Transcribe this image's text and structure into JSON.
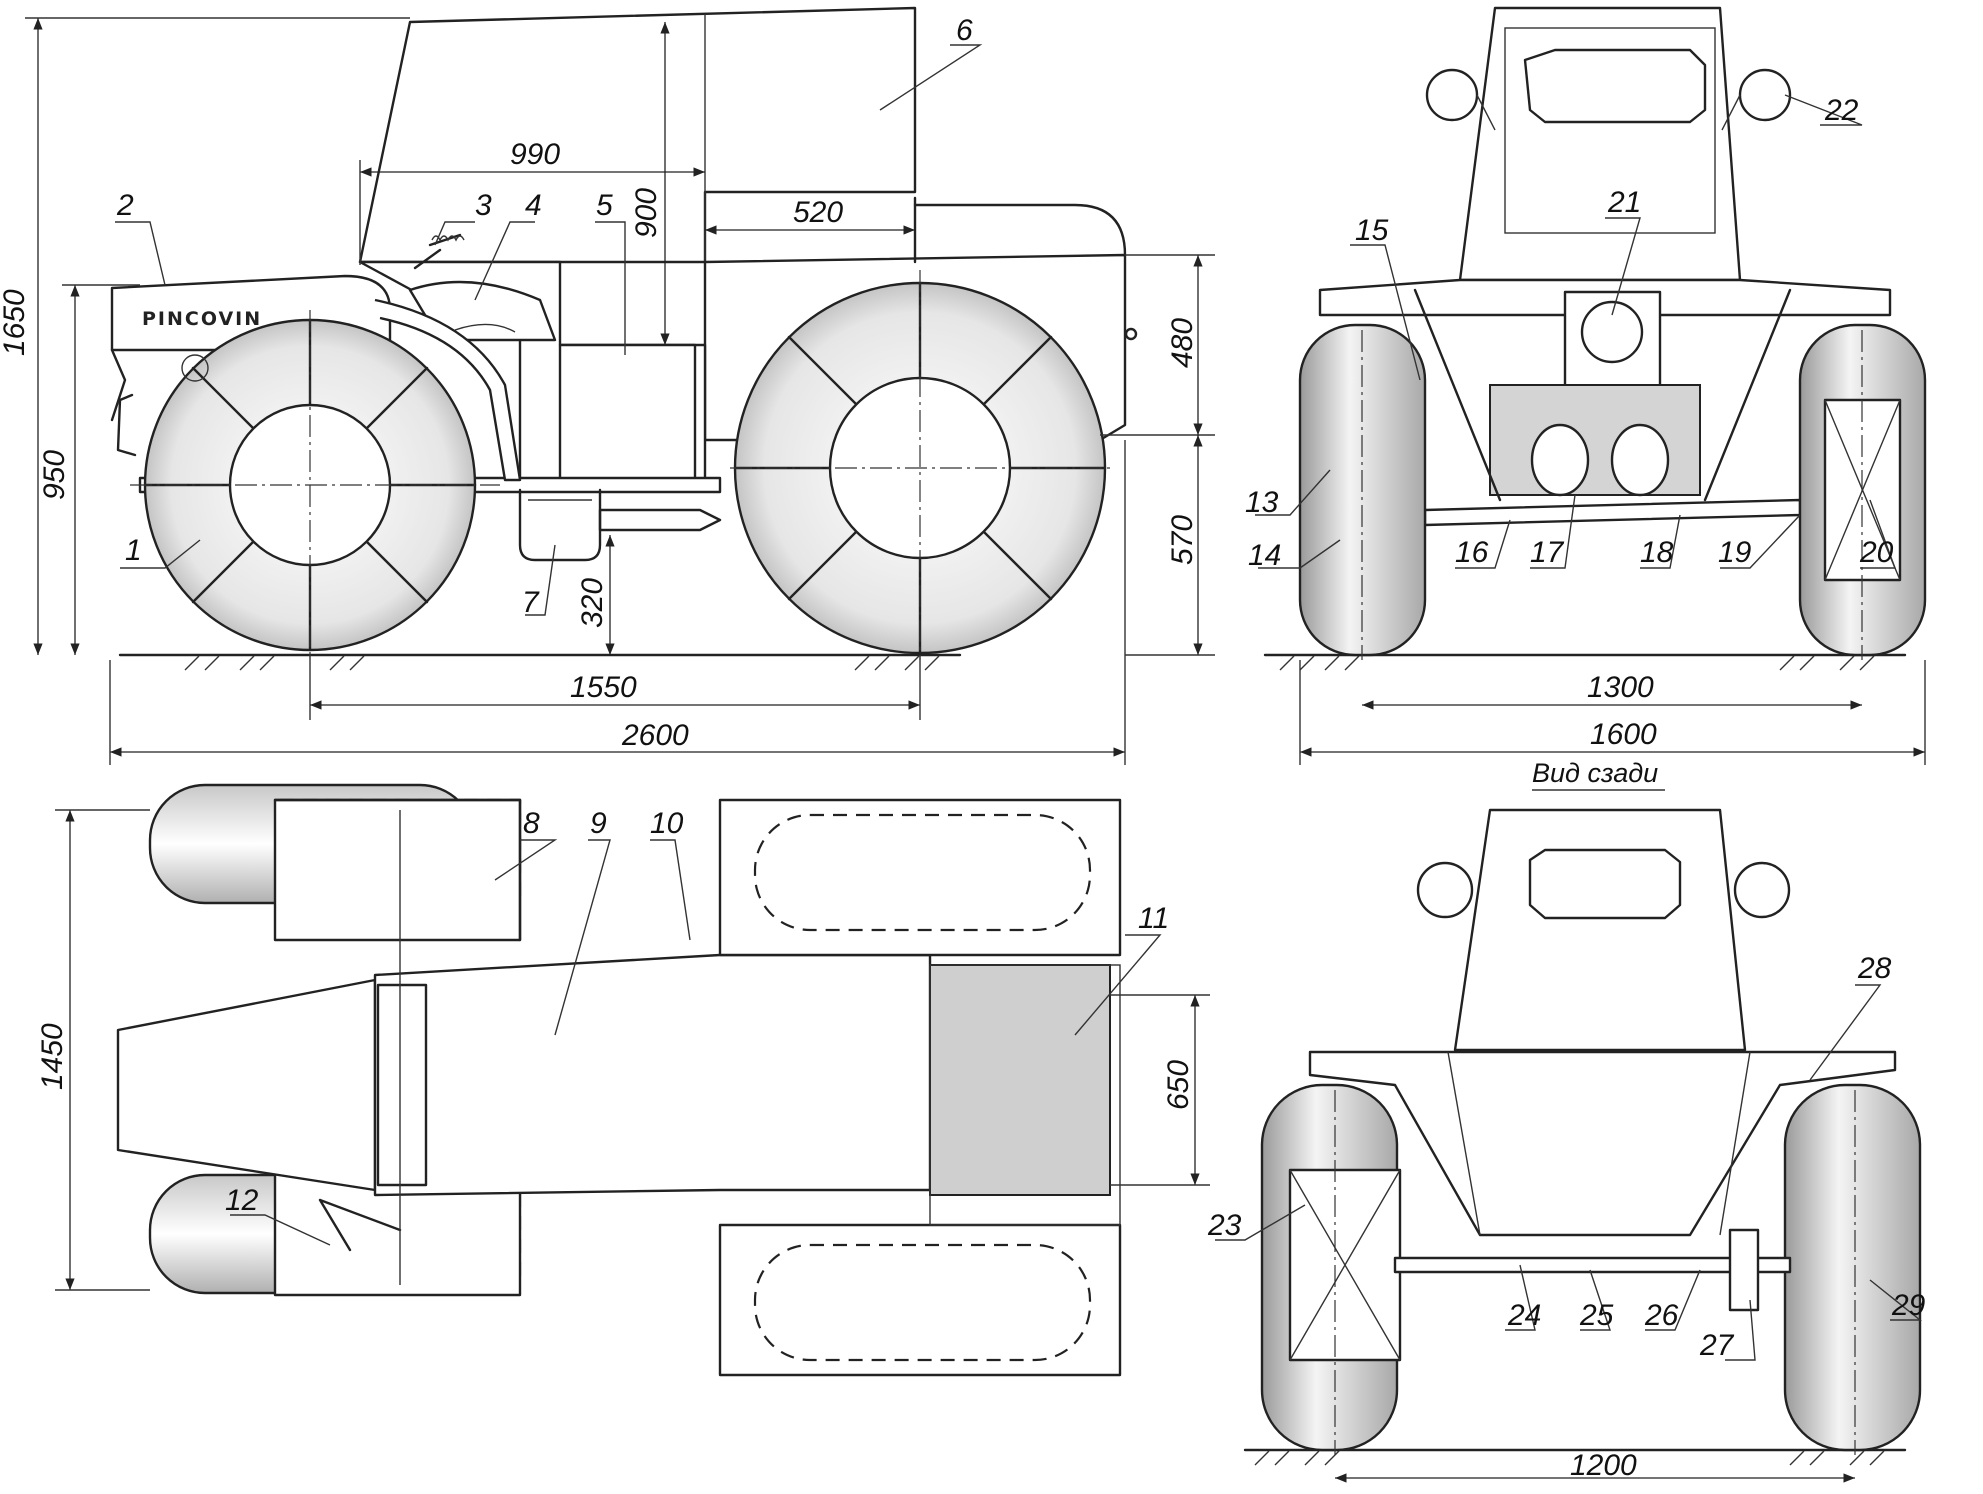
{
  "brand": "PINCOVIN",
  "caption_rear_view": "Вид сзади",
  "dimensions": {
    "d1650": "1650",
    "d950": "950",
    "d990": "990",
    "d900": "900",
    "d520": "520",
    "d480": "480",
    "d570": "570",
    "d320": "320",
    "d1550": "1550",
    "d2600": "2600",
    "d1300": "1300",
    "d1600": "1600",
    "d1450": "1450",
    "d650": "650",
    "d1200": "1200"
  },
  "callouts": {
    "c1": "1",
    "c2": "2",
    "c3": "3",
    "c4": "4",
    "c5": "5",
    "c6": "6",
    "c7": "7",
    "c8": "8",
    "c9": "9",
    "c10": "10",
    "c11": "11",
    "c12": "12",
    "c13": "13",
    "c14": "14",
    "c15": "15",
    "c16": "16",
    "c17": "17",
    "c18": "18",
    "c19": "19",
    "c20": "20",
    "c21": "21",
    "c22": "22",
    "c23": "23",
    "c24": "24",
    "c25": "25",
    "c26": "26",
    "c27": "27",
    "c28": "28",
    "c29": "29"
  }
}
